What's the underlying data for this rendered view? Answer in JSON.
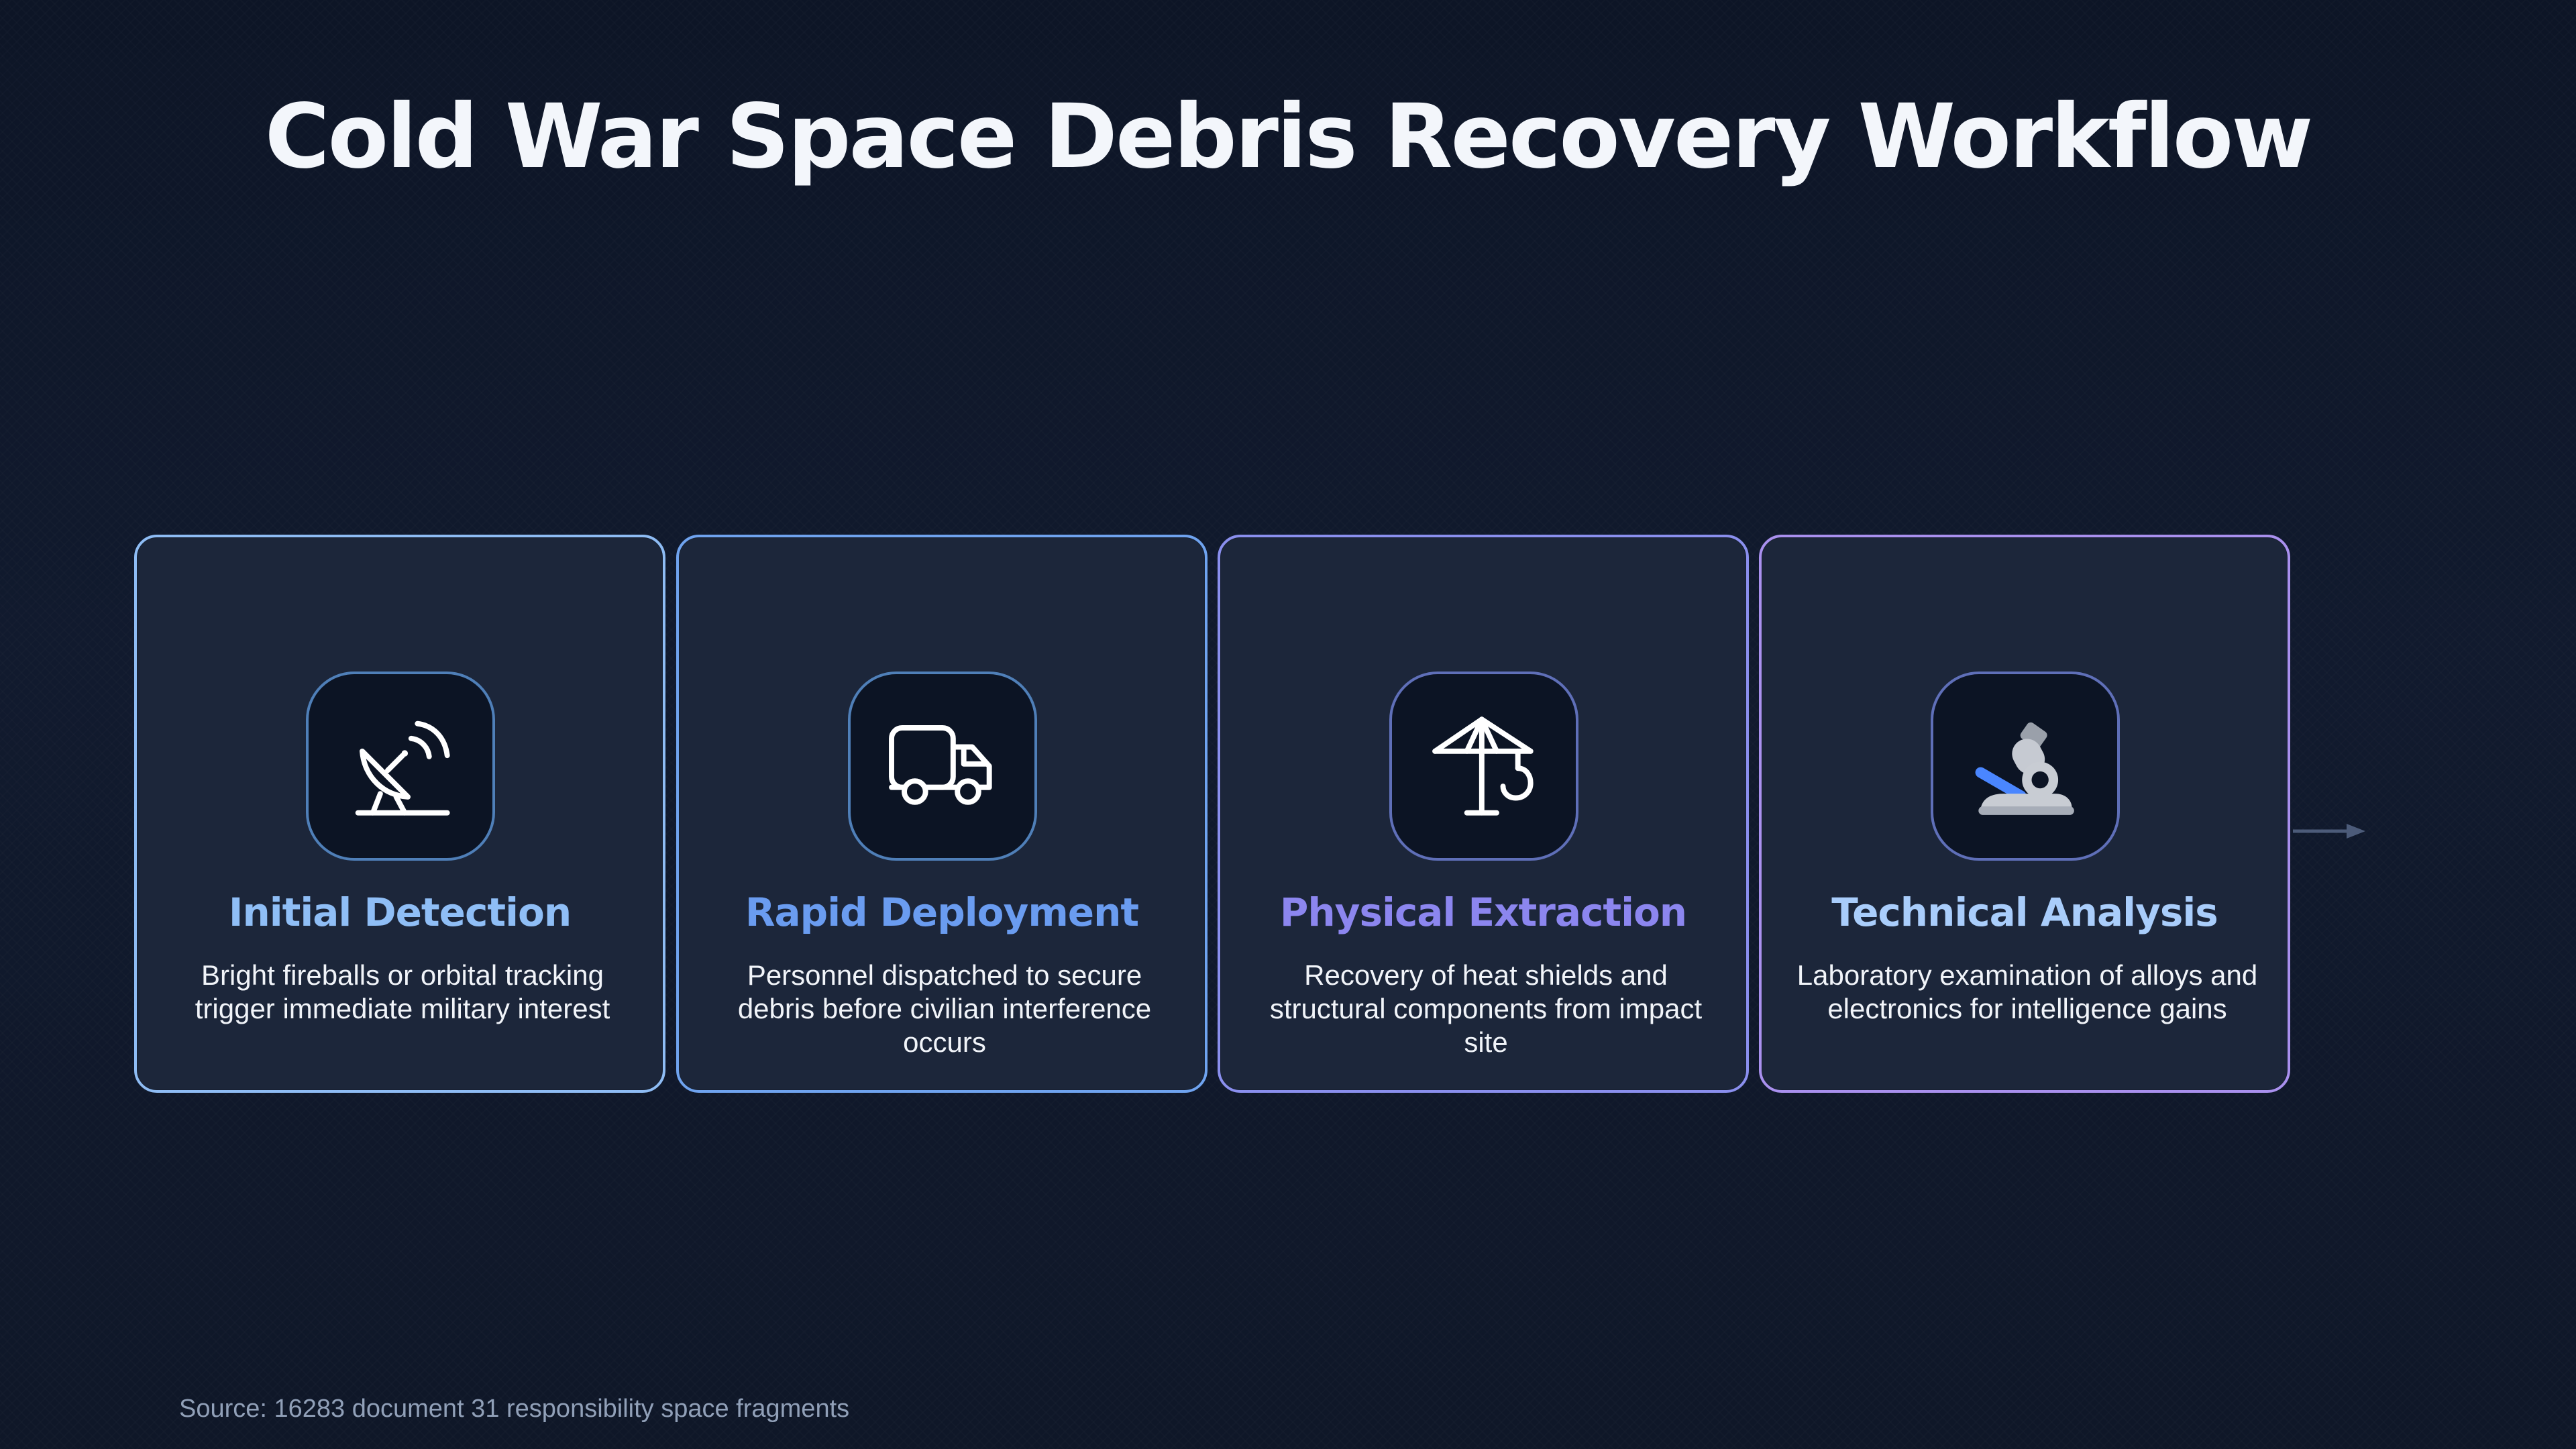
{
  "page": {
    "title": "Cold War Space Debris Recovery Workflow",
    "source": "Source: 16283 document 31 responsibility space fragments"
  },
  "colors": {
    "background": "#111a2e",
    "card_background": "#1c263a",
    "card_border_1": "#8ebcf4",
    "card_border_2": "#6fa3ef",
    "card_border_3": "#8a8fee",
    "card_border_4": "#a990ee",
    "title_1": "#8fbef6",
    "title_2": "#6a9cf0",
    "title_3": "#8c86ef",
    "title_4": "#a9cdfb",
    "text": "#f1f4f9",
    "muted": "#91a0b8"
  },
  "workflow": {
    "steps": [
      {
        "title": "Initial Detection",
        "description": "Bright fireballs or orbital tracking trigger immediate military interest",
        "icon": "satellite-dish-icon"
      },
      {
        "title": "Rapid Deployment",
        "description": "Personnel dispatched to secure debris before civilian interference occurs",
        "icon": "truck-icon"
      },
      {
        "title": "Physical Extraction",
        "description": "Recovery of heat shields and structural components from impact site",
        "icon": "crane-icon"
      },
      {
        "title": "Technical Analysis",
        "description": "Laboratory examination of alloys and electronics for intelligence gains",
        "icon": "microscope-icon"
      }
    ]
  }
}
